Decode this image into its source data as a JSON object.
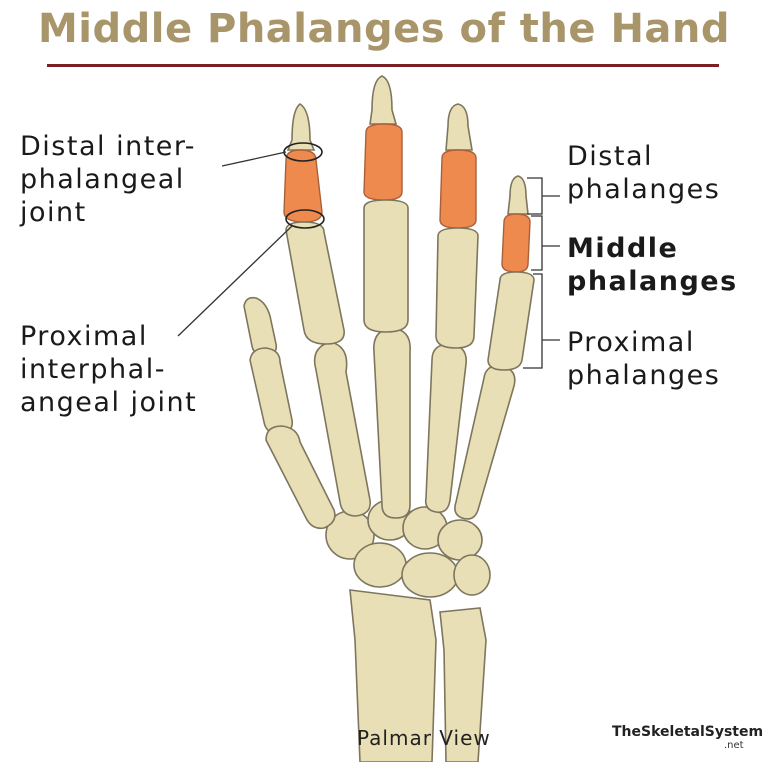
{
  "title": "Middle Phalanges of the Hand",
  "labels": {
    "distal_joint": [
      "Distal inter-",
      "phalangeal",
      "joint"
    ],
    "proximal_joint": [
      "Proximal",
      "interphal-",
      "angeal joint"
    ],
    "distal_phalanges": [
      "Distal",
      "phalanges"
    ],
    "middle_phalanges": [
      "Middle",
      "phalanges"
    ],
    "proximal_phalanges": [
      "Proximal",
      "phalanges"
    ]
  },
  "caption": "Palmar View",
  "brand": {
    "name": "TheSkeletalSystem",
    "suffix": ".net"
  },
  "colors": {
    "title": "#a8956a",
    "rule": "#7a1f23",
    "bone": "#e9dfb6",
    "bone_outline": "#7d765d",
    "highlight": "#ef8a4f"
  }
}
